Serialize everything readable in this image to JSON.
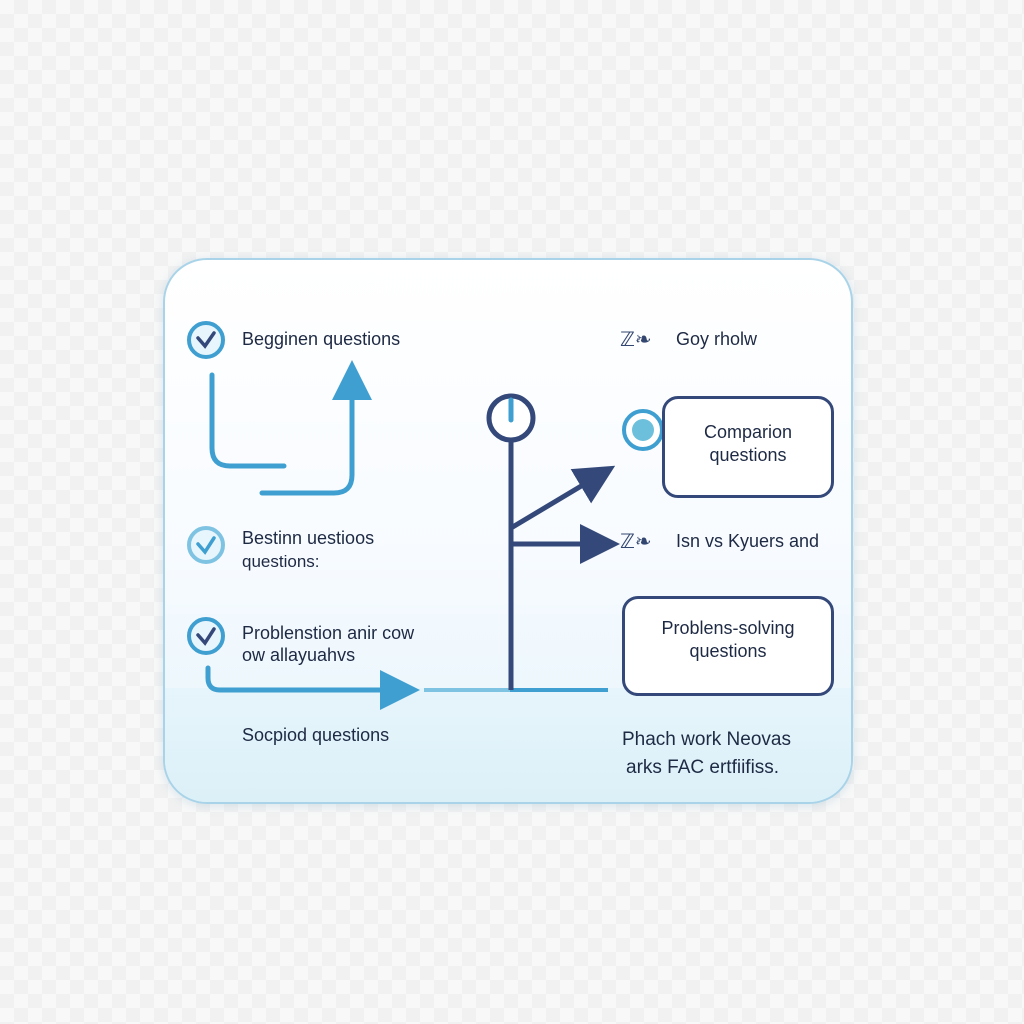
{
  "left_items": {
    "item1": "Begginen questions",
    "item2_line1": "Bestinn uestioos",
    "item2_line2": "questions:",
    "item3_line1": "Problenstion anir cow",
    "item3_line2": "ow allayuahvs",
    "item4": "Socpiod questions"
  },
  "right_items": {
    "header": "Goy rholw",
    "box1_line1": "Comparion",
    "box1_line2": "questions",
    "middle": "Isn vs Kyuers and",
    "box2_line1": "Problens-solving",
    "box2_line2": "questions",
    "footer_line1": "Phach work Neovas",
    "footer_line2": "arks FAC ertfiifiss."
  },
  "colors": {
    "accent": "#3f9fd0",
    "dark": "#34497a",
    "border": "#a9d3e8"
  }
}
